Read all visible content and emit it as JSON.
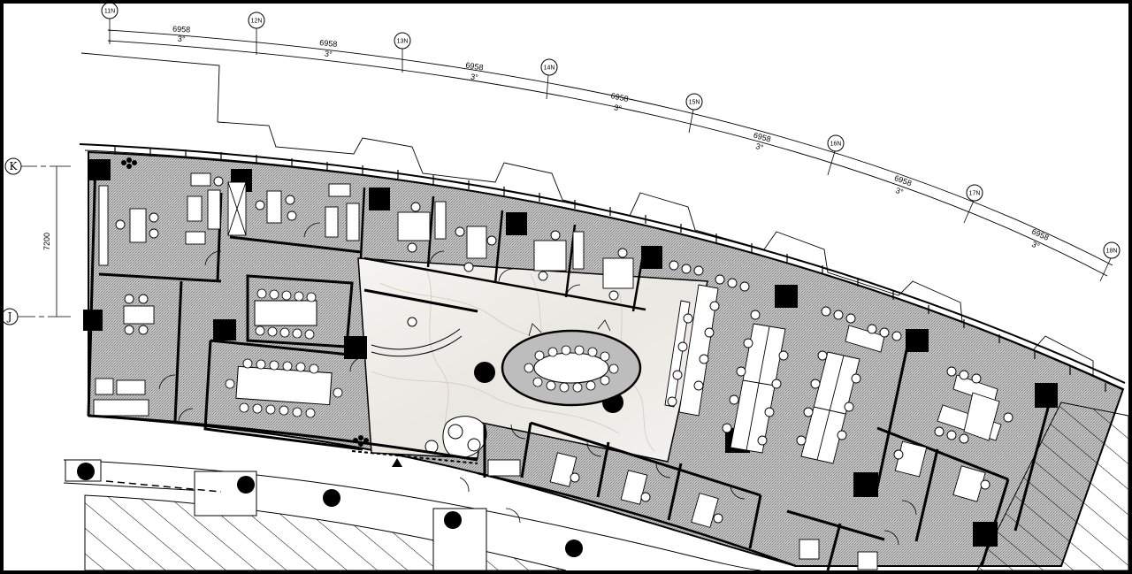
{
  "plan": {
    "column_axes": [
      "11N",
      "12N",
      "13N",
      "14N",
      "15N",
      "16N",
      "17N",
      "18N"
    ],
    "span_dimensions": [
      {
        "length": "6958",
        "angle": "3°"
      },
      {
        "length": "6958",
        "angle": "3°"
      },
      {
        "length": "6958",
        "angle": "3°"
      },
      {
        "length": "6958",
        "angle": "3°"
      },
      {
        "length": "6958",
        "angle": "3°"
      },
      {
        "length": "6958",
        "angle": "3°"
      },
      {
        "length": "6958",
        "angle": "3°"
      }
    ],
    "row_axes": [
      "K",
      "J"
    ],
    "row_dimension": "7200"
  },
  "colors": {
    "floor_carpet": "#b9b9b9",
    "floor_marble": "#f3f1ee",
    "wall": "#000000",
    "line": "#000000",
    "paper": "#ffffff"
  }
}
